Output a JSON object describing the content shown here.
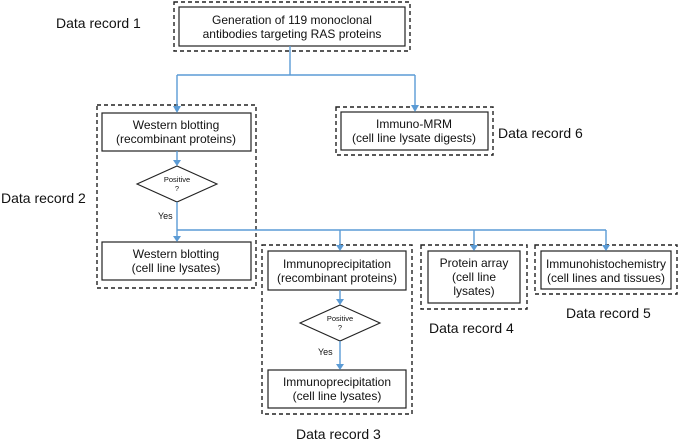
{
  "records": {
    "r1": "Data record 1",
    "r2": "Data record 2",
    "r3": "Data record 3",
    "r4": "Data record 4",
    "r5": "Data record 5",
    "r6": "Data record 6"
  },
  "boxes": {
    "generation": [
      "Generation of 119 monoclonal",
      "antibodies targeting RAS proteins"
    ],
    "wb_recombinant": [
      "Western blotting",
      "(recombinant proteins)"
    ],
    "wb_lysates": [
      "Western blotting",
      "(cell line lysates)"
    ],
    "immuno_mrm": [
      "Immuno-MRM",
      "(cell line lysate digests)"
    ],
    "ip_recombinant": [
      "Immunoprecipitation",
      "(recombinant proteins)"
    ],
    "ip_lysates": [
      "Immunoprecipitation",
      "(cell line lysates)"
    ],
    "protein_array": [
      "Protein array",
      "(cell line",
      "lysates)"
    ],
    "ihc": [
      "Immunohistochemistry",
      "(cell lines and tissues)"
    ]
  },
  "decisions": {
    "d1": [
      "Positive",
      "?"
    ],
    "d2": [
      "Positive",
      "?"
    ]
  },
  "edge_labels": {
    "yes1": "Yes",
    "yes2": "Yes"
  },
  "colors": {
    "connector": "#5b9bd5",
    "border": "#222222"
  }
}
